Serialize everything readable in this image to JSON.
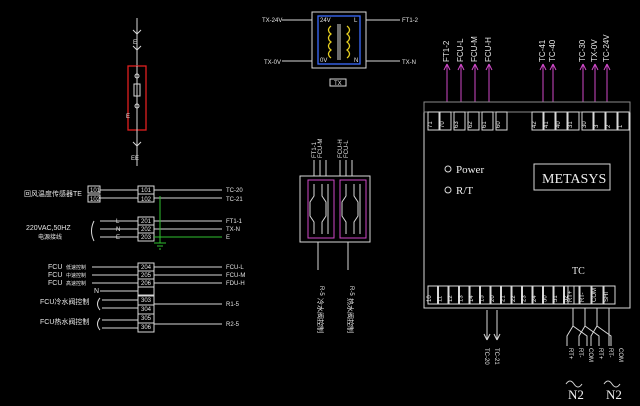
{
  "sensor": {
    "top": "E",
    "mid": "E",
    "bottom": "EE"
  },
  "transformer": {
    "left_top": "TX-24V",
    "left_bottom": "TX-0V",
    "right_top": "FT1-2",
    "right_bottom": "TX-N",
    "pin_tl": "24V",
    "pin_tr": "L",
    "pin_bl": "0V",
    "pin_br": "N",
    "tag": "TX"
  },
  "valves": {
    "top_labels": [
      "FT1-1",
      "FCU-M",
      "FCU-H",
      "FCU-L"
    ],
    "left_caption": "冷水阀控制",
    "right_caption": "热水阀控制",
    "bottom_labels": [
      "R-5",
      "R-5"
    ]
  },
  "left_panel": {
    "temp_label": "回风温度传感器TE",
    "temp_terminals": [
      "101",
      "102"
    ],
    "temp_outputs": [
      "TC-20",
      "TC-21"
    ],
    "power_label": "220VAC,50HZ",
    "power_sub": "电源接线",
    "power_lines": [
      "L",
      "N",
      "E"
    ],
    "power_terminals": [
      "201",
      "202",
      "203"
    ],
    "power_outputs": [
      "FT1-1",
      "TX-N",
      "E"
    ],
    "fcu_labels": [
      "FCU",
      "FCU",
      "FCU"
    ],
    "fcu_subs": [
      "低速控制",
      "中速控制",
      "高速控制"
    ],
    "n_label": "N",
    "fcu_terminals": [
      "204",
      "205",
      "206"
    ],
    "fcu_outputs": [
      "FCU-L",
      "FCU-M",
      "FDU-H"
    ],
    "valve1_label": "FCU冷水阀控制",
    "valve2_label": "FCU热水阀控制",
    "valve_terminals": [
      "303",
      "304",
      "305",
      "306"
    ],
    "valve_outputs": [
      "R1-5",
      "R2-5"
    ]
  },
  "controller": {
    "brand": "METASYS",
    "power_label": "Power",
    "rt_label": "R/T",
    "tc_label": "TC",
    "top_group_labels": [
      "FT1-2",
      "FCU-L",
      "FCU-M",
      "FCU-H",
      "TC-41",
      "TC-40",
      "TC-30",
      "TX-0V",
      "TC-24V"
    ],
    "top_terminals": [
      "71",
      "70",
      "63",
      "62",
      "61",
      "60",
      "42",
      "41",
      "40",
      "31",
      "30",
      "3",
      "2",
      "1"
    ],
    "bottom_terminals": [
      "10",
      "11",
      "12",
      "13",
      "14",
      "15",
      "20",
      "21",
      "22",
      "23",
      "24",
      "50",
      "51",
      "52"
    ],
    "bus_terminals": [
      "RT+",
      "RT-",
      "COM",
      "SHI"
    ],
    "bottom_left_labels": [
      "TC-20",
      "TC-21"
    ],
    "bus_labels": [
      "RT+",
      "RT-",
      "COM",
      "RT+",
      "RT-",
      "COM"
    ],
    "n2_labels": [
      "N2",
      "N2"
    ]
  }
}
